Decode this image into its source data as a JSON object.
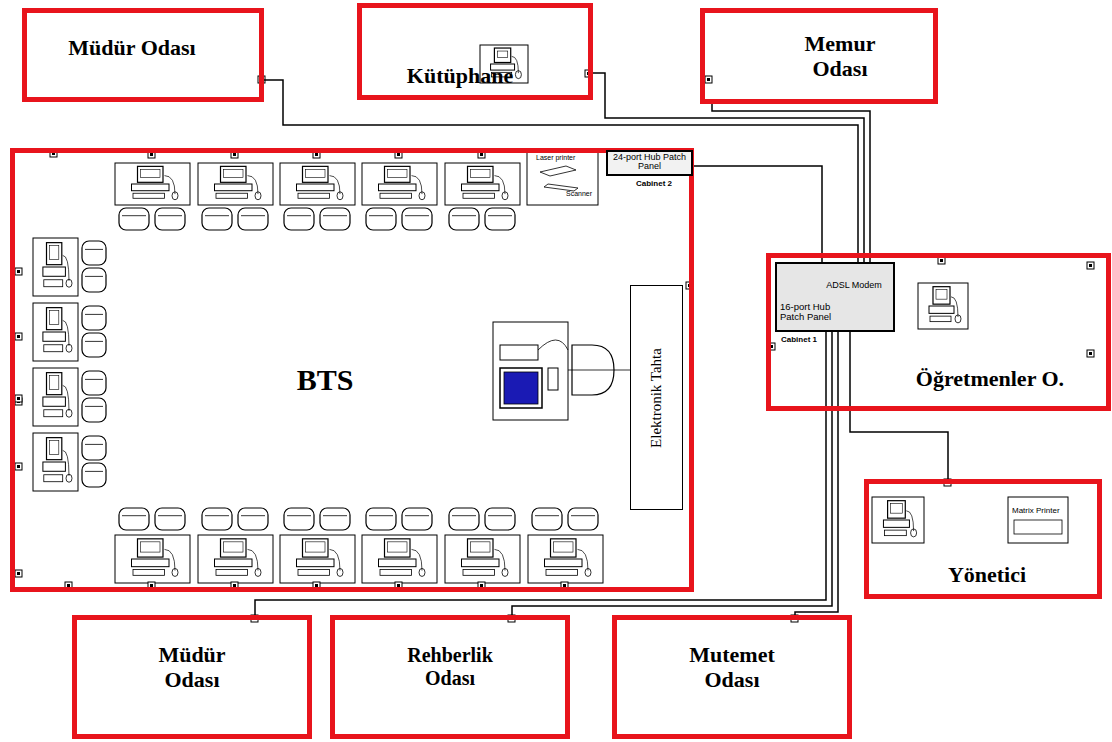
{
  "diagram": {
    "nodes": [
      {
        "text": [
          "Müdür Odası"
        ]
      },
      {
        "text": [
          "Kütüphane"
        ]
      },
      {
        "text": [
          "Memur Odası"
        ]
      },
      {
        "text": [
          "BTS"
        ]
      },
      {
        "text": [
          "24-port Hub Patch Panel",
          "Cabinet 2"
        ],
        "in": 3
      },
      {
        "text": [
          "Elektronik Tahta"
        ],
        "in": 3
      },
      {
        "text": [
          "Öğretmenler O."
        ]
      },
      {
        "text": [
          "ADSL Modem",
          "16-port Hub Patch Panel",
          "Cabinet 1"
        ],
        "in": 6
      },
      {
        "text": [
          "Yönetici"
        ]
      },
      {
        "text": [
          "Müdür Odası"
        ]
      },
      {
        "text": [
          "Rehberlik Odası"
        ]
      },
      {
        "text": [
          "Mutemet Odası"
        ]
      }
    ],
    "edges": [
      {
        "from": 0,
        "to": 7,
        "arrow": "none"
      },
      {
        "from": 1,
        "to": 7,
        "arrow": "none"
      },
      {
        "from": 2,
        "to": 7,
        "arrow": "none"
      },
      {
        "from": 4,
        "to": 7,
        "arrow": "none"
      },
      {
        "from": 8,
        "to": 7,
        "arrow": "none"
      },
      {
        "from": 9,
        "to": 7,
        "arrow": "none"
      },
      {
        "from": 10,
        "to": 7,
        "arrow": "none"
      },
      {
        "from": 11,
        "to": 7,
        "arrow": "none"
      }
    ],
    "labels": [
      "Laser printer",
      "Scanner",
      "Matrix Printer"
    ]
  }
}
